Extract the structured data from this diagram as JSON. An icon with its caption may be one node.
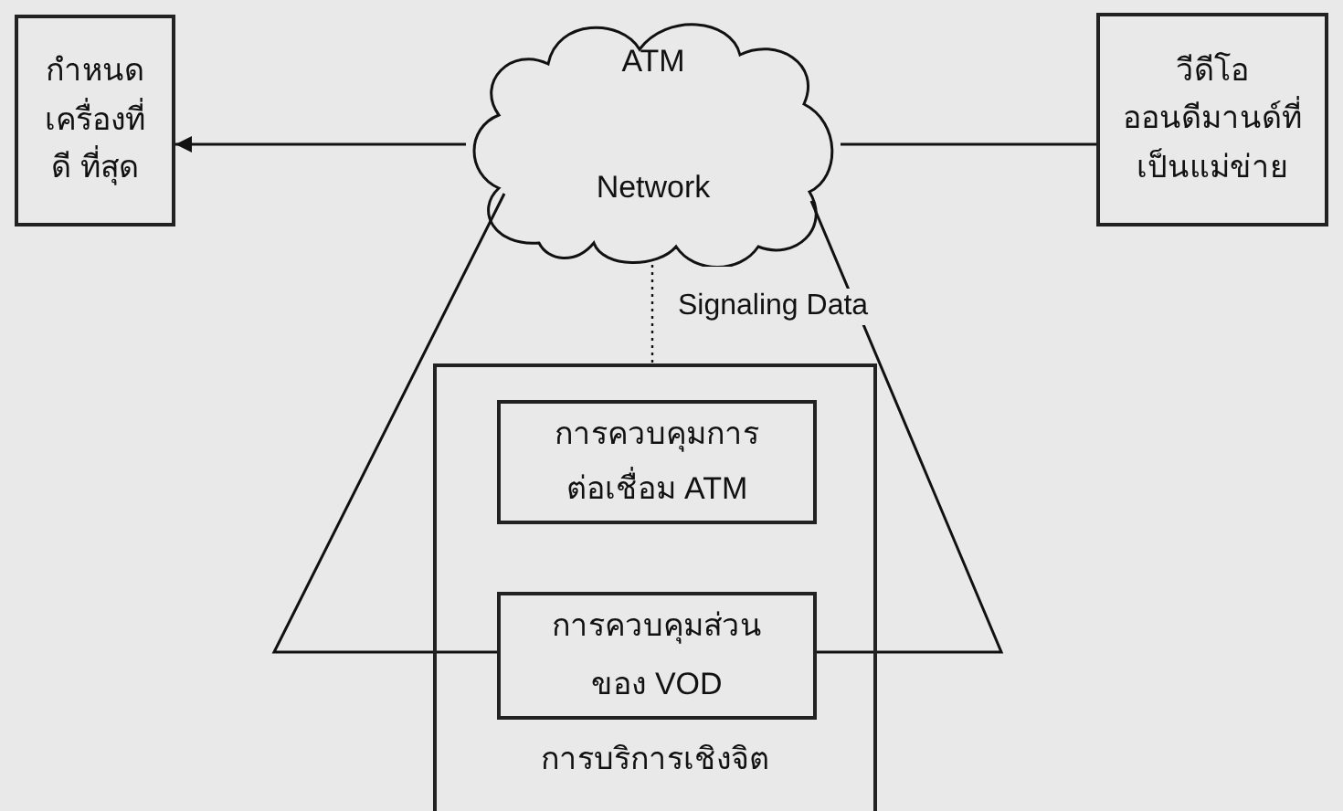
{
  "diagram": {
    "nodes": [
      {
        "text": [
          "กำหนดเครื่องที่ดี ที่สุด"
        ]
      },
      {
        "text": [
          "ATM",
          "Network"
        ]
      },
      {
        "text": [
          "วีดีโอออนดีมานด์ที่เป็นแม่ข่าย"
        ]
      },
      {
        "text": [
          "การบริการเชิงจิต"
        ]
      },
      {
        "text": [
          "การควบคุมการต่อเชื่อม ATM"
        ],
        "in": 3
      },
      {
        "text": [
          "การควบคุมส่วนของ VOD"
        ],
        "in": 3
      }
    ],
    "edges": [
      {
        "from": 2,
        "to": 1,
        "arrow": "none"
      },
      {
        "from": 1,
        "to": 0,
        "arrow": "to"
      },
      {
        "from": 1,
        "to": 3,
        "arrow": "none",
        "label": "Signaling Data",
        "style": "dashed"
      }
    ]
  }
}
